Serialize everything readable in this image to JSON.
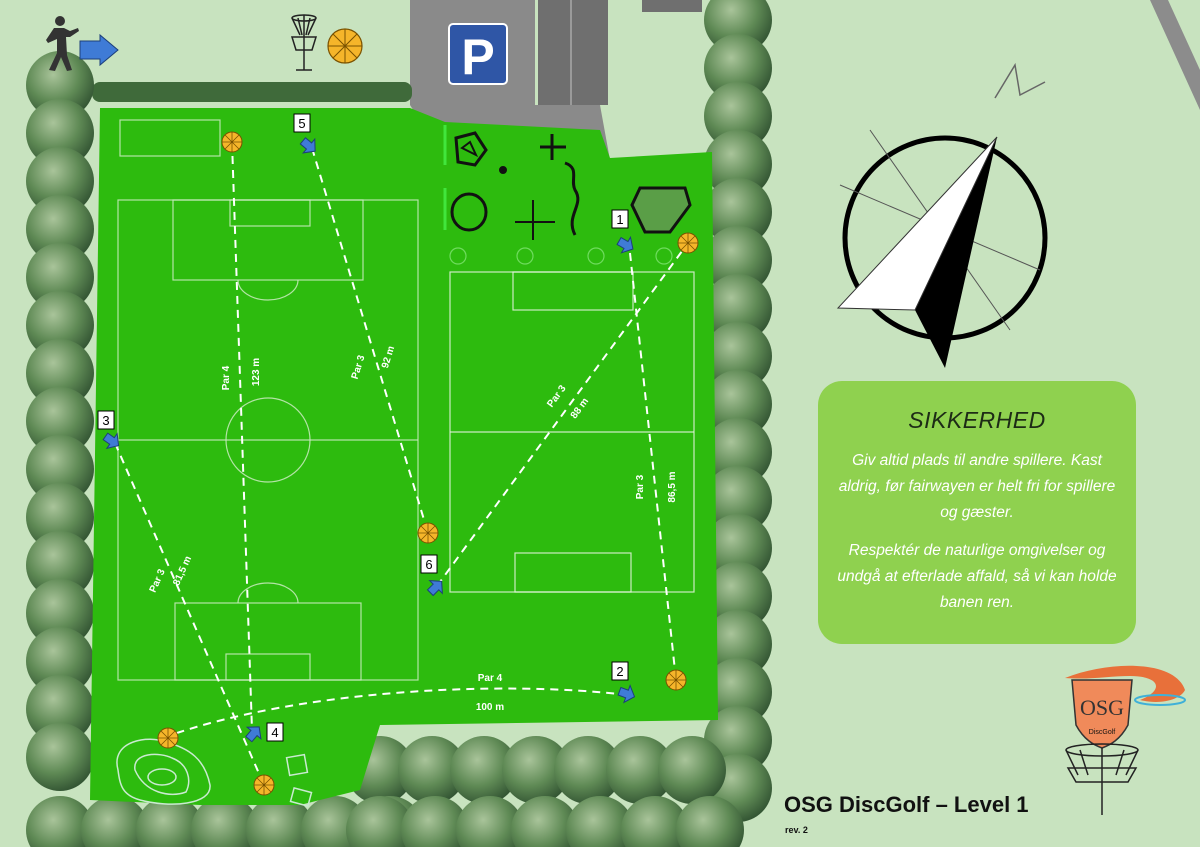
{
  "title": "OSG DiscGolf – Level 1",
  "revision": "rev. 2",
  "parking": {
    "label": "P"
  },
  "safety": {
    "heading": "SIKKERHED",
    "paragraph1": "Giv altid plads til andre spillere. Kast aldrig, før fairwayen er helt fri for spillere og gæster.",
    "paragraph2": "Respektér de naturlige omgivelser og undgå at efterlade affald, så vi kan holde banen ren."
  },
  "logo": {
    "text": "DiscGolf",
    "letters": "OSG"
  },
  "legend_icons": [
    "player-throwing-icon",
    "arrow-right-icon",
    "disc-golf-basket-icon",
    "basket-target-icon"
  ],
  "compass": {
    "icon": "north-arrow-compass-icon"
  },
  "colors": {
    "grass": "#2dbb0e",
    "lawn": "#c8e3bf",
    "tee": "#3f7bd6",
    "basket": "#f5b52a",
    "safety_box": "#8fd14f"
  },
  "holes": [
    {
      "number": "1",
      "par": "Par 3",
      "distance": "86,5 m"
    },
    {
      "number": "2",
      "par": "Par 4",
      "distance": "100 m"
    },
    {
      "number": "3",
      "par": "Par 3",
      "distance": "81,5 m"
    },
    {
      "number": "4",
      "par": "Par 4",
      "distance": "123 m"
    },
    {
      "number": "5",
      "par": "Par 3",
      "distance": "92 m"
    },
    {
      "number": "6",
      "par": "Par 3",
      "distance": "88 m"
    }
  ]
}
